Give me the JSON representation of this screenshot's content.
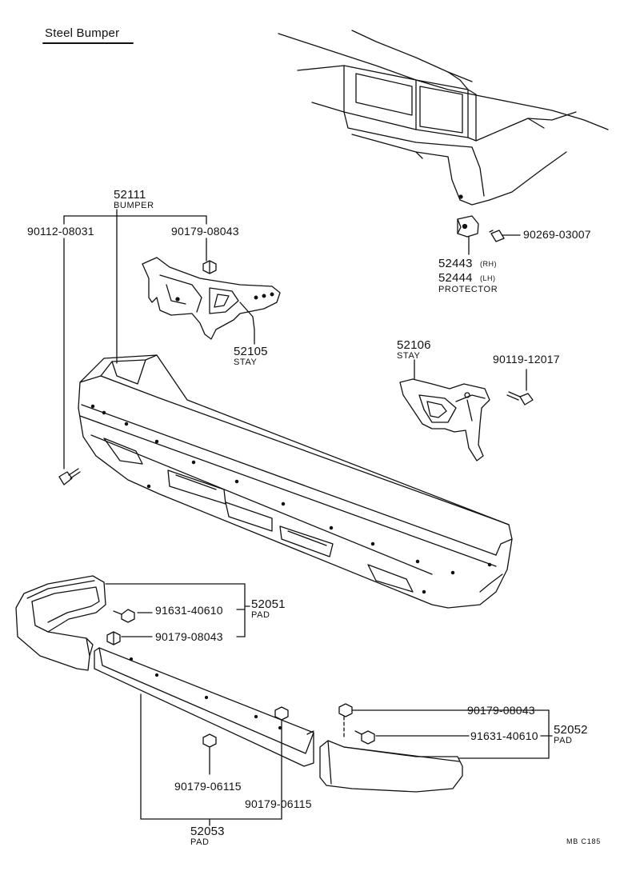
{
  "title": "Steel Bumper",
  "labels": {
    "p52111_num": "52111",
    "p52111_name": "BUMPER",
    "p90112": "90112-08031",
    "p90179_top": "90179-08043",
    "p52105_num": "52105",
    "p52105_name": "STAY",
    "p52106_num": "52106",
    "p52106_name": "STAY",
    "p90119": "90119-12017",
    "p52443_num": "52443",
    "p52443_side": "(RH)",
    "p52444_num": "52444",
    "p52444_side": "(LH)",
    "protector_name": "PROTECTOR",
    "p90269": "90269-03007",
    "p91631_left": "91631-40610",
    "p90179_left": "90179-08043",
    "p52051_num": "52051",
    "p52051_name": "PAD",
    "p90179_right": "90179-08043",
    "p91631_right": "91631-40610",
    "p52052_num": "52052",
    "p52052_name": "PAD",
    "p90179_06115_a": "90179-06115",
    "p90179_06115_b": "90179-06115",
    "p52053_num": "52053",
    "p52053_name": "PAD",
    "ref_code": "MB C185"
  }
}
